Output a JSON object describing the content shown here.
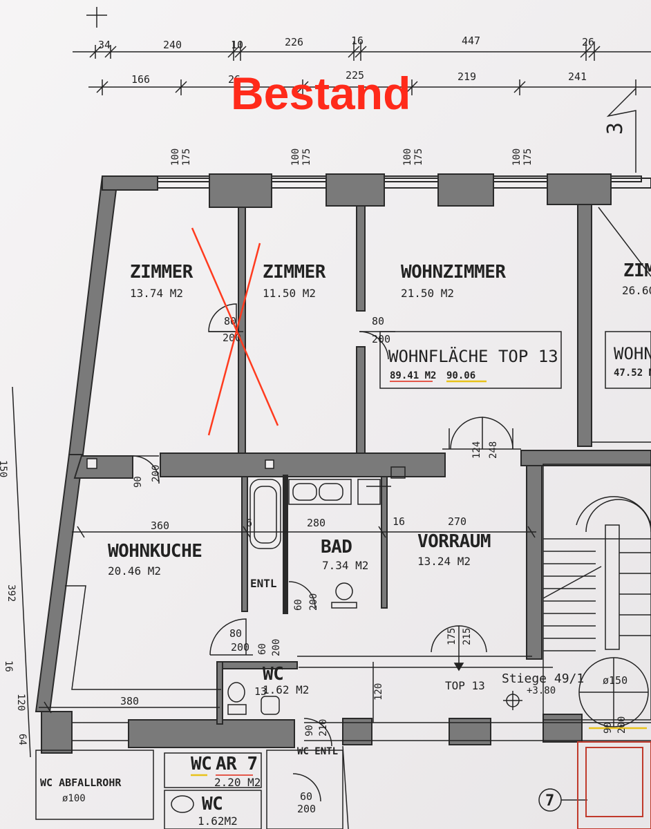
{
  "banner": "Bestand",
  "top_dimensions": {
    "row1": [
      "34",
      "240",
      "10",
      "226",
      "16",
      "447",
      "26"
    ],
    "row2": [
      "166",
      "26",
      "225",
      "219",
      "241"
    ]
  },
  "window_dims": {
    "a": "100",
    "b": "175"
  },
  "rooms": {
    "zimmer1": {
      "name": "ZIMMER",
      "area": "13.74 M2"
    },
    "zimmer2": {
      "name": "ZIMMER",
      "area": "11.50 M2"
    },
    "wohnzimmer": {
      "name": "WOHNZIMMER",
      "area": "21.50 M2"
    },
    "zimmer_right": {
      "name": "ZIMM",
      "area": "26.60"
    },
    "wohnkuche": {
      "name": "WOHNKUCHE",
      "area": "20.46 M2"
    },
    "bad": {
      "name": "BAD",
      "area": "7.34 M2"
    },
    "vorraum": {
      "name": "VORRAUM",
      "area": "13.24 M2"
    },
    "wc": {
      "name": "WC",
      "area": "1.62 M2"
    },
    "ar7": {
      "name": "AR 7",
      "area": "2.20 M2",
      "prefix": "WC"
    },
    "wc_bottom": {
      "name": "WC",
      "area": "1.62M2"
    }
  },
  "wohnflaeche": {
    "title": "WOHNFLÄCHE TOP 13",
    "value1": "89.41 M2",
    "value2": "90.06"
  },
  "wohnflaeche_right": {
    "title": "WOHN",
    "value": "47.52 M"
  },
  "door_dims": {
    "d1_w": "80",
    "d1_h": "200",
    "d2_w": "80",
    "d2_h": "200",
    "d3_w": "124",
    "d3_h": "248",
    "d4": "90",
    "d5": "200",
    "d6_w": "80",
    "d6_h": "200",
    "d7": "60",
    "d8": "200",
    "d9": "60",
    "d10": "200",
    "d11": "175",
    "d12": "215",
    "d13": "90",
    "d14": "210",
    "d15": "60",
    "d16": "200",
    "d17": "90",
    "d18": "200",
    "d19": "13"
  },
  "interior_dims": {
    "wohnkuche_w": "360",
    "bad_w": "280",
    "vorraum_w": "270",
    "gap_a": "6",
    "gap_b": "16",
    "bottom_w": "380",
    "corridor": "120"
  },
  "labels": {
    "entl": "ENTL",
    "wc_entl": "WC ENTL",
    "top13": "TOP 13",
    "stiege": "Stiege 49/1",
    "stiege_level": "+3.80",
    "diameter": "ø150",
    "wc_abfall": "WC ABFALLROHR",
    "wc_abfall_d": "ø100",
    "stair_no": "7",
    "stair_mark": "3"
  },
  "left_dims": {
    "d392": "392",
    "d120": "120",
    "d16": "16",
    "d64": "64",
    "d150": "150"
  }
}
